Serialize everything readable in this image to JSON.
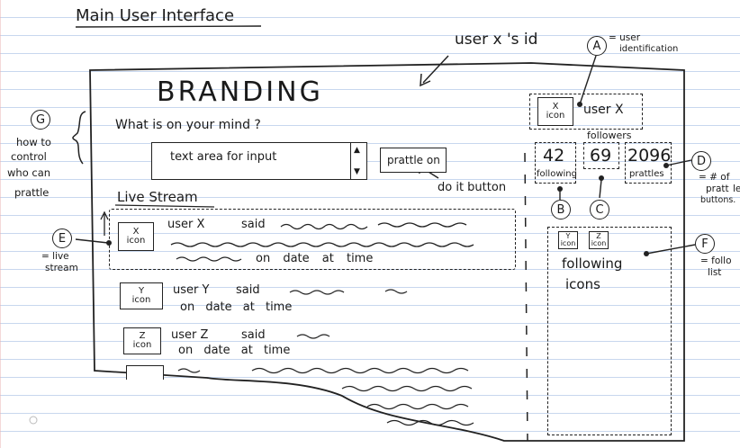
{
  "page_title": "Main User Interface",
  "callout_user_id": "user x 's id",
  "branding": "BRANDING",
  "prompt_label": "What is on your mind ?",
  "text_area": "text area for input",
  "prattle_button": "prattle on",
  "do_it_button_note": "do it button",
  "live_stream_title": "Live Stream",
  "icon_word": "icon",
  "stream_items": [
    {
      "icon_letter": "X",
      "user": "user X",
      "said": "said",
      "meta": "on date at time"
    },
    {
      "icon_letter": "Y",
      "user": "user Y",
      "said": "said",
      "meta": "on date at time"
    },
    {
      "icon_letter": "Z",
      "user": "user Z",
      "said": "said",
      "meta": "on date at time"
    }
  ],
  "profile": {
    "icon_letter": "X",
    "username": "user X"
  },
  "stats": {
    "header": "followers",
    "following_count": "42",
    "following_label": "following",
    "followers_count": "69",
    "prattles_count": "2096",
    "prattles_label": "prattles"
  },
  "following_panel": {
    "icons": [
      {
        "letter": "Y"
      },
      {
        "letter": "Z"
      }
    ],
    "label_line1": "following",
    "label_line2": "icons"
  },
  "annotations": {
    "A": {
      "letter": "A",
      "line1": "= user",
      "line2": "identification"
    },
    "B": {
      "letter": "B"
    },
    "C": {
      "letter": "C"
    },
    "D": {
      "letter": "D",
      "line1": "= # of",
      "line2": "pratt",
      "line3": "le",
      "line4": "buttons."
    },
    "E": {
      "letter": "E",
      "line1": "= live",
      "line2": "stream"
    },
    "F": {
      "letter": "F",
      "line1": "= follo",
      "line2": "list"
    },
    "G": {
      "letter": "G",
      "line1": "how to",
      "line2": "control",
      "line3": "who can",
      "line4": "prattle"
    }
  }
}
